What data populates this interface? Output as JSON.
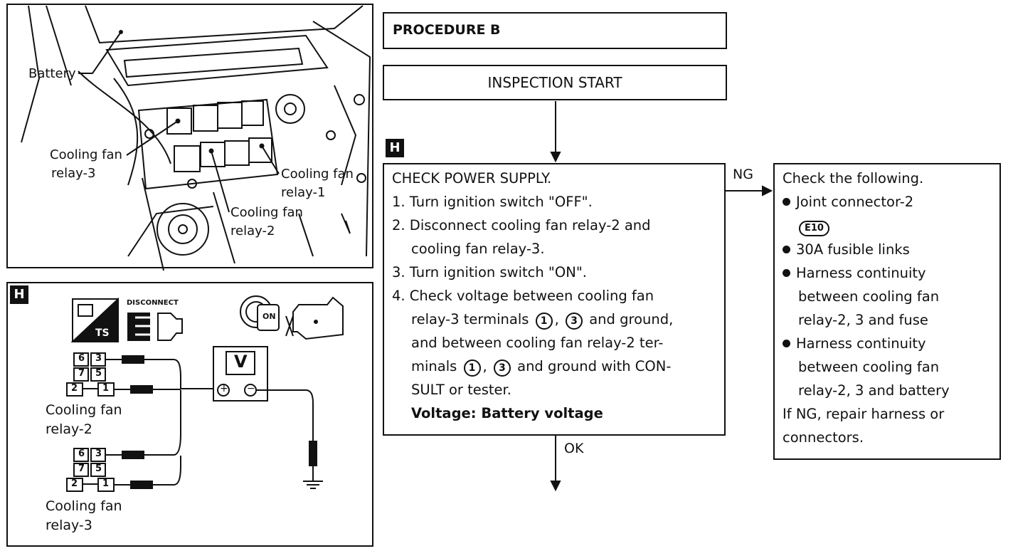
{
  "procedure_title": "PROCEDURE B",
  "start_label": "INSPECTION START",
  "step_badge": "H",
  "check": {
    "heading": "CHECK POWER SUPPLY.",
    "step1": "1. Turn ignition switch \"OFF\".",
    "step2a": "2. Disconnect cooling fan relay-2 and",
    "step2b": "cooling fan relay-3.",
    "step3": "3. Turn ignition switch \"ON\".",
    "step4a": "4. Check voltage between cooling fan",
    "step4b_pre": "relay-3 terminals",
    "step4b_post": "and ground,",
    "step4c": "and between cooling fan relay-2 ter-",
    "step4d_pre": "minals",
    "step4d_post": "and ground with CON-",
    "step4e": "SULT or tester.",
    "spec": "Voltage: Battery voltage",
    "terminal_1": "1",
    "terminal_3": "3",
    "comma": ","
  },
  "branch_ng": "NG",
  "branch_ok": "OK",
  "ng_action": {
    "heading": "Check the following.",
    "item1": "Joint connector-2",
    "item1_badge": "E10",
    "item2": "30A fusible links",
    "item3a": "Harness continuity",
    "item3b": "between cooling fan",
    "item3c": "relay-2, 3 and fuse",
    "item4a": "Harness continuity",
    "item4b": "between cooling fan",
    "item4c": "relay-2, 3 and battery",
    "footer1": "If NG, repair harness or",
    "footer2": "connectors."
  },
  "engine_bay": {
    "battery": "Battery",
    "relay3_a": "Cooling fan",
    "relay3_b": "relay-3",
    "relay1_a": "Cooling fan",
    "relay1_b": "relay-1",
    "relay2_a": "Cooling fan",
    "relay2_b": "relay-2"
  },
  "wiring": {
    "disconnect": "DISCONNECT",
    "ts": "TS",
    "on": "ON",
    "volt": "V",
    "plus": "+",
    "minus": "−",
    "pin6": "6",
    "pin3": "3",
    "pin7": "7",
    "pin5": "5",
    "pin2": "2",
    "pin1": "1",
    "relay2_a": "Cooling fan",
    "relay2_b": "relay-2",
    "relay3_a": "Cooling fan",
    "relay3_b": "relay-3"
  }
}
